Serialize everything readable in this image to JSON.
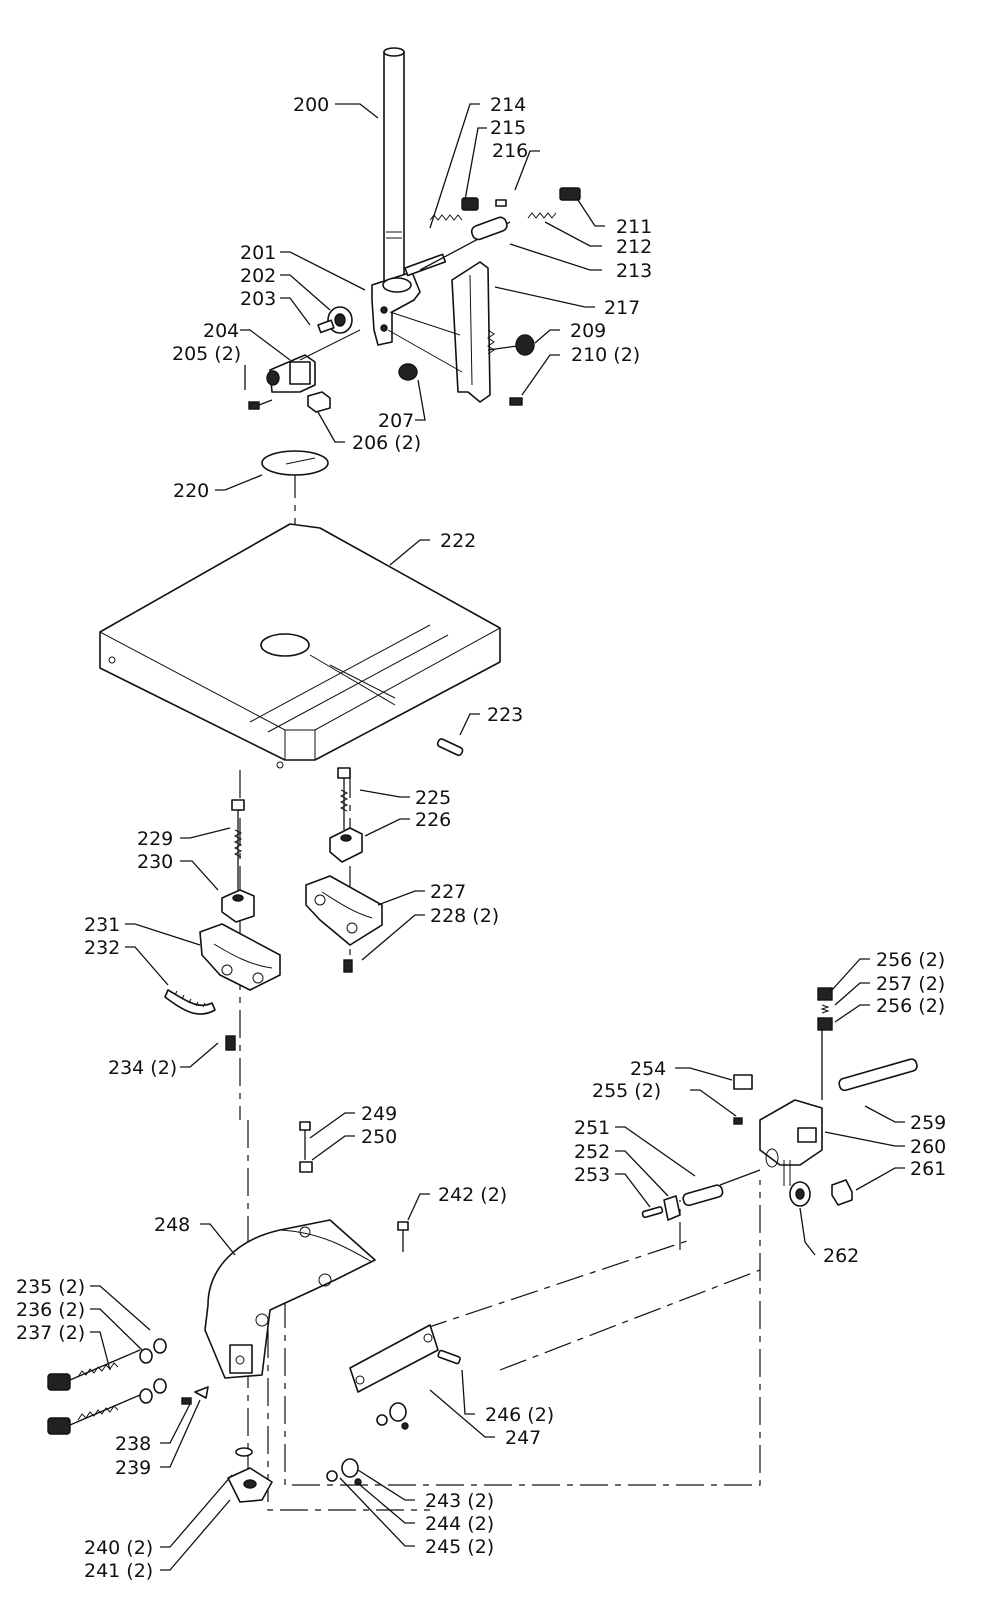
{
  "labels": [
    {
      "text": "200"
    },
    {
      "text": "214"
    },
    {
      "text": "215"
    },
    {
      "text": "216"
    },
    {
      "text": "211"
    },
    {
      "text": "212"
    },
    {
      "text": "213"
    },
    {
      "text": "201"
    },
    {
      "text": "202"
    },
    {
      "text": "203"
    },
    {
      "text": "204"
    },
    {
      "text": "205 (2)"
    },
    {
      "text": "217"
    },
    {
      "text": "209"
    },
    {
      "text": "210 (2)"
    },
    {
      "text": "207"
    },
    {
      "text": "206 (2)"
    },
    {
      "text": "220"
    },
    {
      "text": "222"
    },
    {
      "text": "223"
    },
    {
      "text": "225"
    },
    {
      "text": "226"
    },
    {
      "text": "229"
    },
    {
      "text": "230"
    },
    {
      "text": "227"
    },
    {
      "text": "228 (2)"
    },
    {
      "text": "231"
    },
    {
      "text": "232"
    },
    {
      "text": "234 (2)"
    },
    {
      "text": "256 (2)"
    },
    {
      "text": "257 (2)"
    },
    {
      "text": "256 (2)"
    },
    {
      "text": "254"
    },
    {
      "text": "255 (2)"
    },
    {
      "text": "259"
    },
    {
      "text": "260"
    },
    {
      "text": "261"
    },
    {
      "text": "251"
    },
    {
      "text": "252"
    },
    {
      "text": "253"
    },
    {
      "text": "262"
    },
    {
      "text": "249"
    },
    {
      "text": "250"
    },
    {
      "text": "242 (2)"
    },
    {
      "text": "248"
    },
    {
      "text": "235 (2)"
    },
    {
      "text": "236 (2)"
    },
    {
      "text": "237 (2)"
    },
    {
      "text": "246 (2)"
    },
    {
      "text": "247"
    },
    {
      "text": "238"
    },
    {
      "text": "239"
    },
    {
      "text": "243 (2)"
    },
    {
      "text": "244 (2)"
    },
    {
      "text": "240 (2)"
    },
    {
      "text": "245 (2)"
    },
    {
      "text": "241 (2)"
    }
  ]
}
